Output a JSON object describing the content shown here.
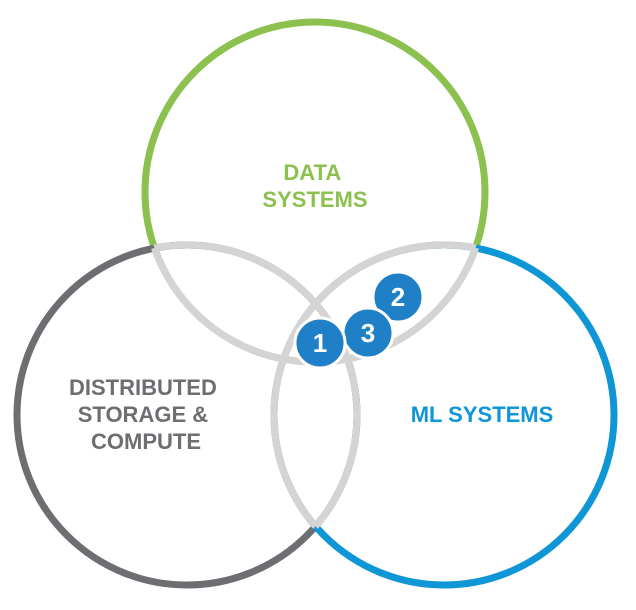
{
  "colors": {
    "data_systems": "#8cc04f",
    "distributed": "#6d6e71",
    "ml_systems": "#0e96d6",
    "overlap": "#d4d4d4",
    "badge": "#1f80c8",
    "badge_text": "#ffffff"
  },
  "circles": {
    "data": {
      "label_line1": "DATA",
      "label_line2": "SYSTEMS"
    },
    "distributed": {
      "label_line1": "DISTRIBUTED",
      "label_line2": "STORAGE &",
      "label_line3": "COMPUTE"
    },
    "ml": {
      "label_line1": "ML SYSTEMS"
    }
  },
  "badges": [
    {
      "label": "1"
    },
    {
      "label": "2"
    },
    {
      "label": "3"
    }
  ]
}
